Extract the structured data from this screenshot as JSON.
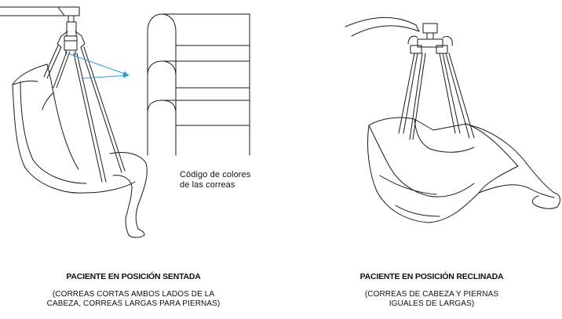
{
  "callout": {
    "line1": "Código de colores",
    "line2": "de las correas"
  },
  "left_caption": {
    "title": "PACIENTE EN POSICIÓN SENTADA",
    "line1": "(CORREAS CORTAS AMBOS LADOS DE LA",
    "line2": "CABEZA, CORREAS LARGAS PARA PIERNAS)"
  },
  "right_caption": {
    "title": "PACIENTE EN POSICIÓN RECLINADA",
    "line1": "(CORREAS DE CABEZA Y PIERNAS",
    "line2": "IGUALES DE LARGAS)"
  },
  "colors": {
    "line": "#1a1a1a",
    "arrow": "#2a9fd6",
    "background": "#ffffff"
  }
}
